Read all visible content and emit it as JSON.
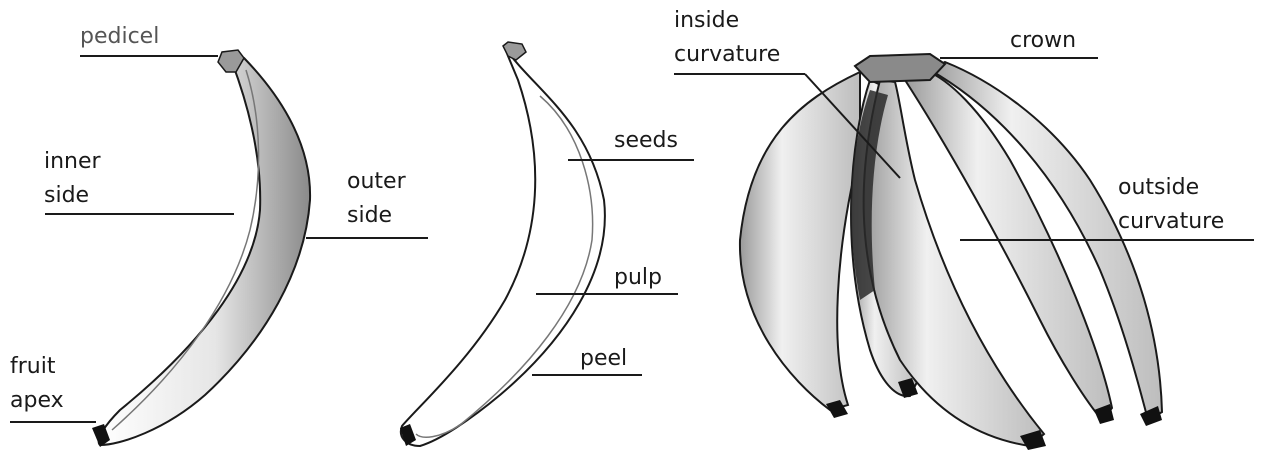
{
  "labels": {
    "pedicel": "pedicel",
    "inner_side_1": "inner",
    "inner_side_2": "side",
    "outer_side_1": "outer",
    "outer_side_2": "side",
    "fruit_apex_1": "fruit",
    "fruit_apex_2": "apex",
    "seeds": "seeds",
    "pulp": "pulp",
    "peel": "peel",
    "inside_curvature_1": "inside",
    "inside_curvature_2": "curvature",
    "crown": "crown",
    "outside_curvature_1": "outside",
    "outside_curvature_2": "curvature"
  },
  "colors": {
    "ink": "#1a1a1a",
    "shade": "#6e6e6e",
    "label_gray": "#555555",
    "tip": "#111111"
  }
}
